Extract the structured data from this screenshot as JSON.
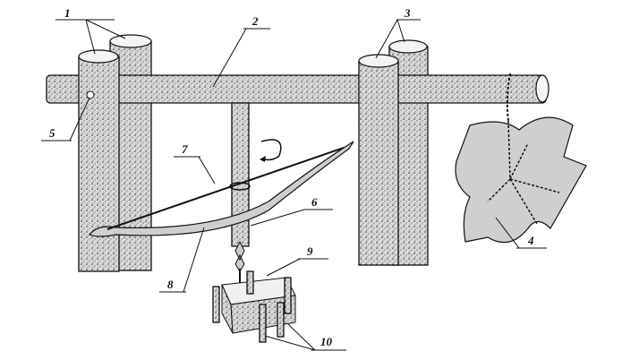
{
  "diagram": {
    "labels": {
      "l1": "1",
      "l2": "2",
      "l3": "3",
      "l4": "4",
      "l5": "5",
      "l6": "6",
      "l7": "7",
      "l8": "8",
      "l9": "9",
      "l10": "10"
    },
    "colors": {
      "ink": "#111111",
      "background": "#ffffff"
    }
  }
}
